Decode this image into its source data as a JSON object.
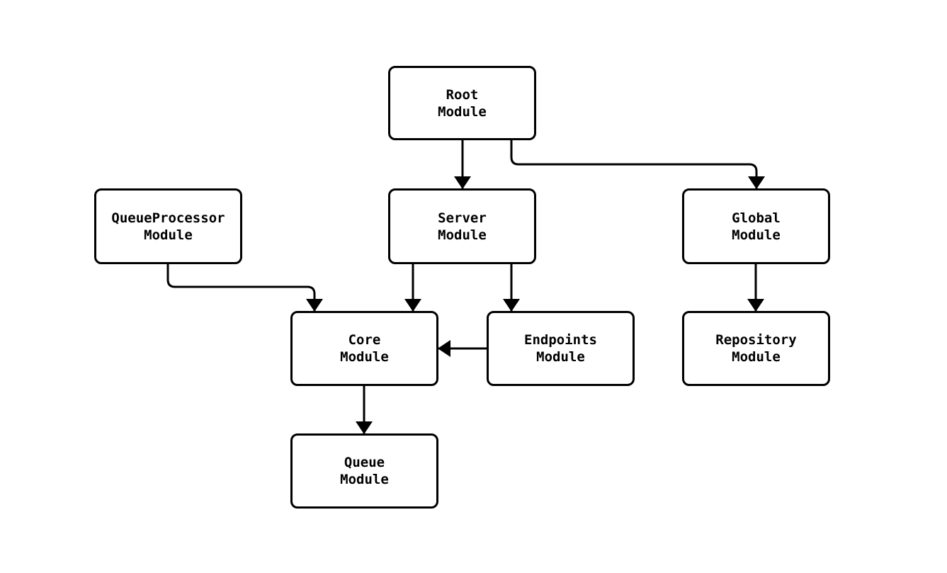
{
  "diagram": {
    "type": "flowchart",
    "colors": {
      "background": "#ffffff",
      "node_fill": "#ffffff",
      "node_stroke": "#000000",
      "edge_stroke": "#000000",
      "text": "#000000"
    },
    "nodes": [
      {
        "id": "root",
        "line1": "Root",
        "line2": "Module"
      },
      {
        "id": "queueprocessor",
        "line1": "QueueProcessor",
        "line2": "Module"
      },
      {
        "id": "server",
        "line1": "Server",
        "line2": "Module"
      },
      {
        "id": "global",
        "line1": "Global",
        "line2": "Module"
      },
      {
        "id": "core",
        "line1": "Core",
        "line2": "Module"
      },
      {
        "id": "endpoints",
        "line1": "Endpoints",
        "line2": "Module"
      },
      {
        "id": "repository",
        "line1": "Repository",
        "line2": "Module"
      },
      {
        "id": "queue",
        "line1": "Queue",
        "line2": "Module"
      }
    ],
    "edges": [
      {
        "from": "Root Module",
        "to": "Server Module"
      },
      {
        "from": "Root Module",
        "to": "Global Module"
      },
      {
        "from": "QueueProcessor Module",
        "to": "Core Module"
      },
      {
        "from": "Server Module",
        "to": "Core Module"
      },
      {
        "from": "Server Module",
        "to": "Endpoints Module"
      },
      {
        "from": "Endpoints Module",
        "to": "Core Module"
      },
      {
        "from": "Global Module",
        "to": "Repository Module"
      },
      {
        "from": "Core Module",
        "to": "Queue Module"
      }
    ]
  }
}
